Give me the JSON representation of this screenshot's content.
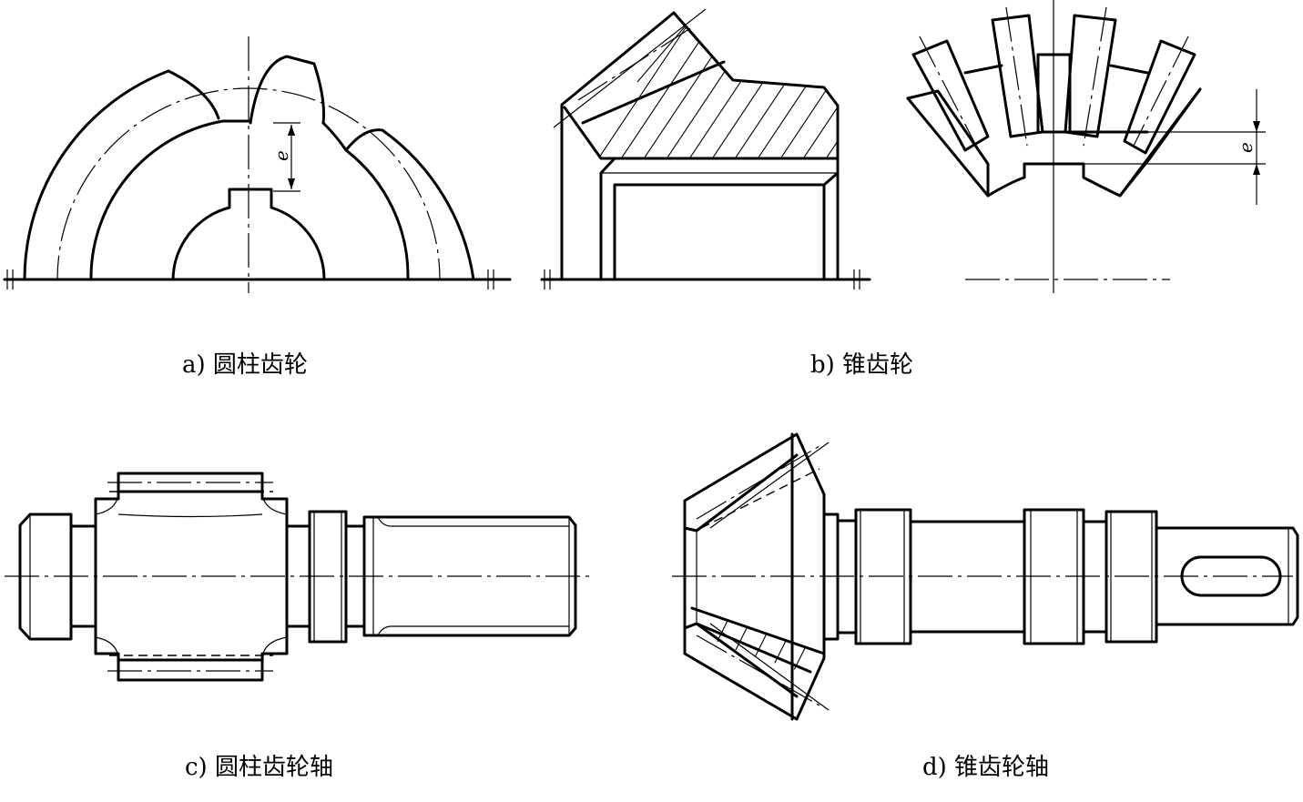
{
  "captions": {
    "a": "a) 圆柱齿轮",
    "b": "b) 锥齿轮",
    "c": "c) 圆柱齿轮轴",
    "d": "d) 锥齿轮轴"
  },
  "dimension_label": "e"
}
